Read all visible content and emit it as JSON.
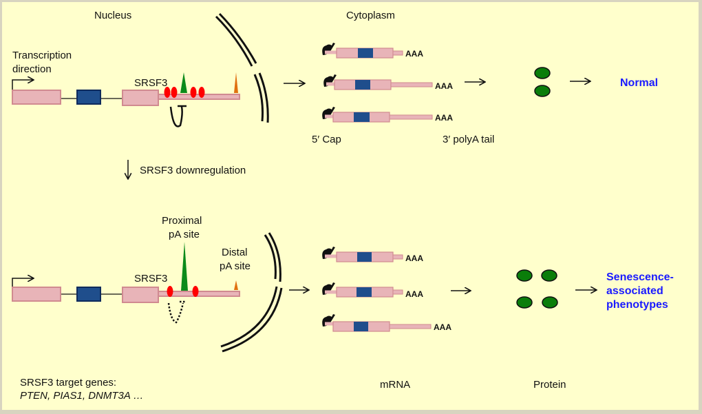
{
  "labels": {
    "nucleus": "Nucleus",
    "cytoplasm": "Cytoplasm",
    "transcription_line1": "Transcription",
    "transcription_line2": "direction",
    "srsf3_top": "SRSF3",
    "srsf3_bottom": "SRSF3",
    "downregulation": "SRSF3 downregulation",
    "proximal_line1": "Proximal",
    "proximal_line2": "pA site",
    "distal_line1": "Distal",
    "distal_line2": "pA site",
    "cap": "5′ Cap",
    "polya": "3′ polyA tail",
    "targets_line1": "SRSF3 target genes:",
    "targets_line2": "PTEN, PIAS1, DNMT3A …",
    "mrna": "mRNA",
    "protein": "Protein",
    "normal": "Normal",
    "senescence_line1": "Senescence-",
    "senescence_line2": "associated",
    "senescence_line3": "phenotypes",
    "aaa": "AAA"
  },
  "colors": {
    "background": "#ffffcc",
    "frame": "#d8d4c0",
    "exon": "#e8b4b8",
    "exon_border": "#d08a90",
    "coding": "#1f4e8c",
    "coding_border": "#0e2a5c",
    "protein": "#0a7d0a",
    "binding_site": "#ff0000",
    "proximal_pA": "#0b8a1a",
    "distal_pA": "#e07010",
    "outcome_text": "#1a1aff"
  },
  "top_panel": {
    "mrna_isoforms": [
      "short 3′UTR",
      "long 3′UTR",
      "long 3′UTR"
    ],
    "protein_count": 2,
    "srsf3_binding_sites": 4
  },
  "bottom_panel": {
    "mrna_isoforms": [
      "short 3′UTR",
      "short 3′UTR",
      "long 3′UTR"
    ],
    "protein_count": 4,
    "srsf3_binding_sites": 2
  }
}
